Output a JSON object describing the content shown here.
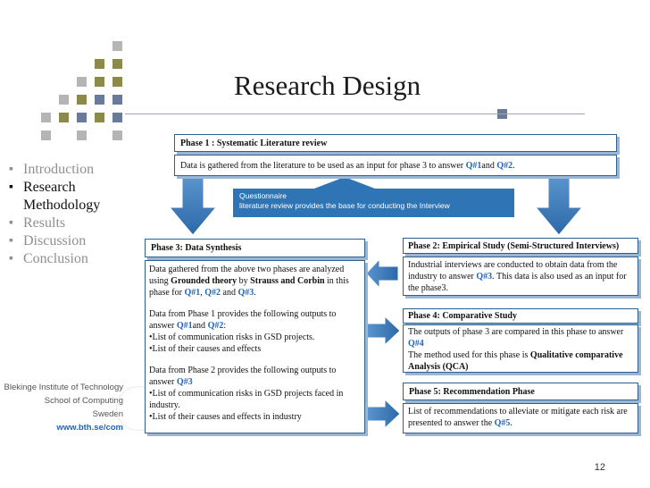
{
  "slide": {
    "title": "Research Design",
    "page_number": "12"
  },
  "nav": {
    "items": [
      {
        "label": "Introduction",
        "active": false
      },
      {
        "label": "Research Methodology",
        "active": true
      },
      {
        "label": "Results",
        "active": false
      },
      {
        "label": "Discussion",
        "active": false
      },
      {
        "label": "Conclusion",
        "active": false
      }
    ]
  },
  "institution": {
    "line1": "Blekinge Institute of Technology",
    "line2": "School of Computing",
    "line3": "Sweden",
    "url": "www.bth.se/com"
  },
  "phase1": {
    "header": "Phase 1 : Systematic Literature review",
    "text": "Data is gathered from the literature to be used as an input for phase 3 to answer ",
    "q1": "Q#1",
    "and": "and",
    "q2": "Q#2",
    "end": "."
  },
  "questionnaire": {
    "title": "Questionnaire",
    "text": "literature review provides the base for conducting the Interview"
  },
  "phase3": {
    "header": "Phase 3: Data Synthesis",
    "p1_a": "Data gathered from the above two phases are analyzed using ",
    "p1_gt": "Grounded theory",
    "p1_by": " by ",
    "p1_sc": "Strauss and Corbin",
    "p1_b": " in this phase for ",
    "p1_q1": "Q#1",
    "p1_comma": ", ",
    "p1_q2": "Q#2",
    "p1_and": " and ",
    "p1_q3": "Q#3",
    "p1_end": ".",
    "p2_a": "Data from Phase 1 provides the following outputs to answer ",
    "p2_q1": "Q#1",
    "p2_and": "and ",
    "p2_q2": "Q#2",
    "p2_end": ":",
    "p2_b1": "•List of  communication risks in GSD projects.",
    "p2_b2": "•List of their causes and effects",
    "p3_a": "Data from Phase 2 provides the following outputs to answer ",
    "p3_q3": "Q#3",
    "p3_b1": "•List of  communication risks in GSD projects faced in industry.",
    "p3_b2": "•List of their causes and effects in industry"
  },
  "phase2": {
    "header": "Phase 2: Empirical Study (Semi-Structured Interviews)",
    "text_a": "Industrial interviews are conducted to obtain data from the industry to answer ",
    "q3": "Q#3",
    "text_b": ". This data is also used as an input for the phase3."
  },
  "phase4": {
    "header": "Phase 4: Comparative Study",
    "text_a": "The outputs of phase 3 are compared in this phase to answer ",
    "q4": "Q#4",
    "text_b": "The method used for this phase is ",
    "method": "Qualitative comparative Analysis (QCA)"
  },
  "phase5": {
    "header": "Phase 5: Recommendation Phase",
    "text_a": "List of recommendations to alleviate or mitigate each risk are presented to answer the ",
    "q5": "Q#5",
    "end": "."
  },
  "colors": {
    "accent_blue": "#2f74b5",
    "box_border": "#2f5f8f",
    "question_color": "#2266bb",
    "deco_olive": "#8b8a4a",
    "deco_gray": "#b5b5b5",
    "deco_blue": "#6a7a9a"
  }
}
